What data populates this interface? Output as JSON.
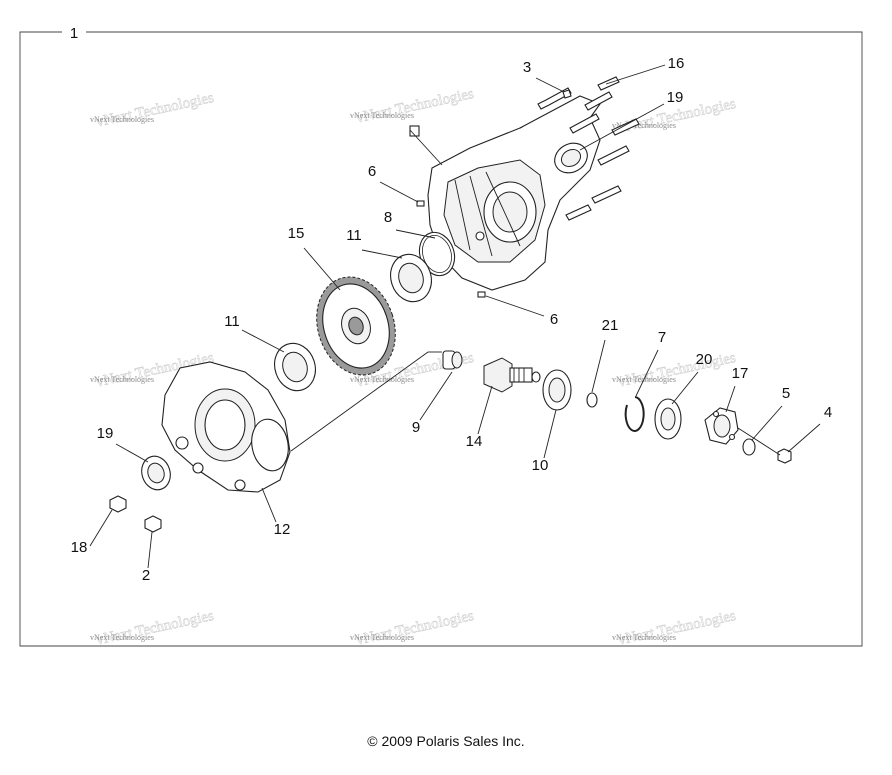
{
  "diagram": {
    "frame_label": "1",
    "callouts": [
      "3",
      "16",
      "19",
      "6",
      "8",
      "11",
      "15",
      "6",
      "11",
      "21",
      "7",
      "20",
      "17",
      "5",
      "4",
      "9",
      "14",
      "10",
      "19",
      "12",
      "18",
      "2"
    ],
    "watermark": "vNext Technologies"
  },
  "footer": {
    "copyright": "© 2009 Polaris Sales Inc."
  }
}
